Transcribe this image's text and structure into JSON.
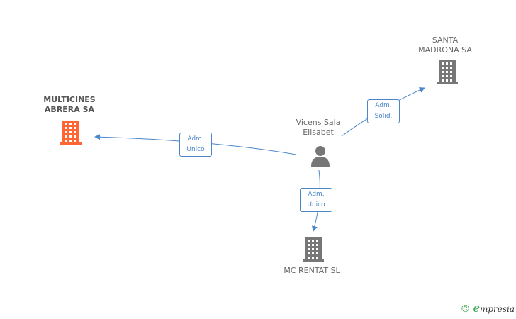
{
  "nodes": {
    "multicines": {
      "name": "MULTICINES\nABRERA SA",
      "color": "#ff6633"
    },
    "santa": {
      "name": "SANTA\nMADRONA SA",
      "color": "#777777"
    },
    "person": {
      "name": "Vicens Sala\nElisabet",
      "color": "#777777"
    },
    "mcrentat": {
      "name": "MC RENTAT SL",
      "color": "#777777"
    }
  },
  "edges": {
    "to_multicines": {
      "label": "Adm.\nUnico"
    },
    "to_santa": {
      "label": "Adm.\nSolid."
    },
    "to_mcrentat": {
      "label": "Adm.\nUnico"
    }
  },
  "edge_color": "#4a86c8",
  "footer": {
    "copyright": "©",
    "brand_initial": "e",
    "brand_rest": "mpresia"
  }
}
